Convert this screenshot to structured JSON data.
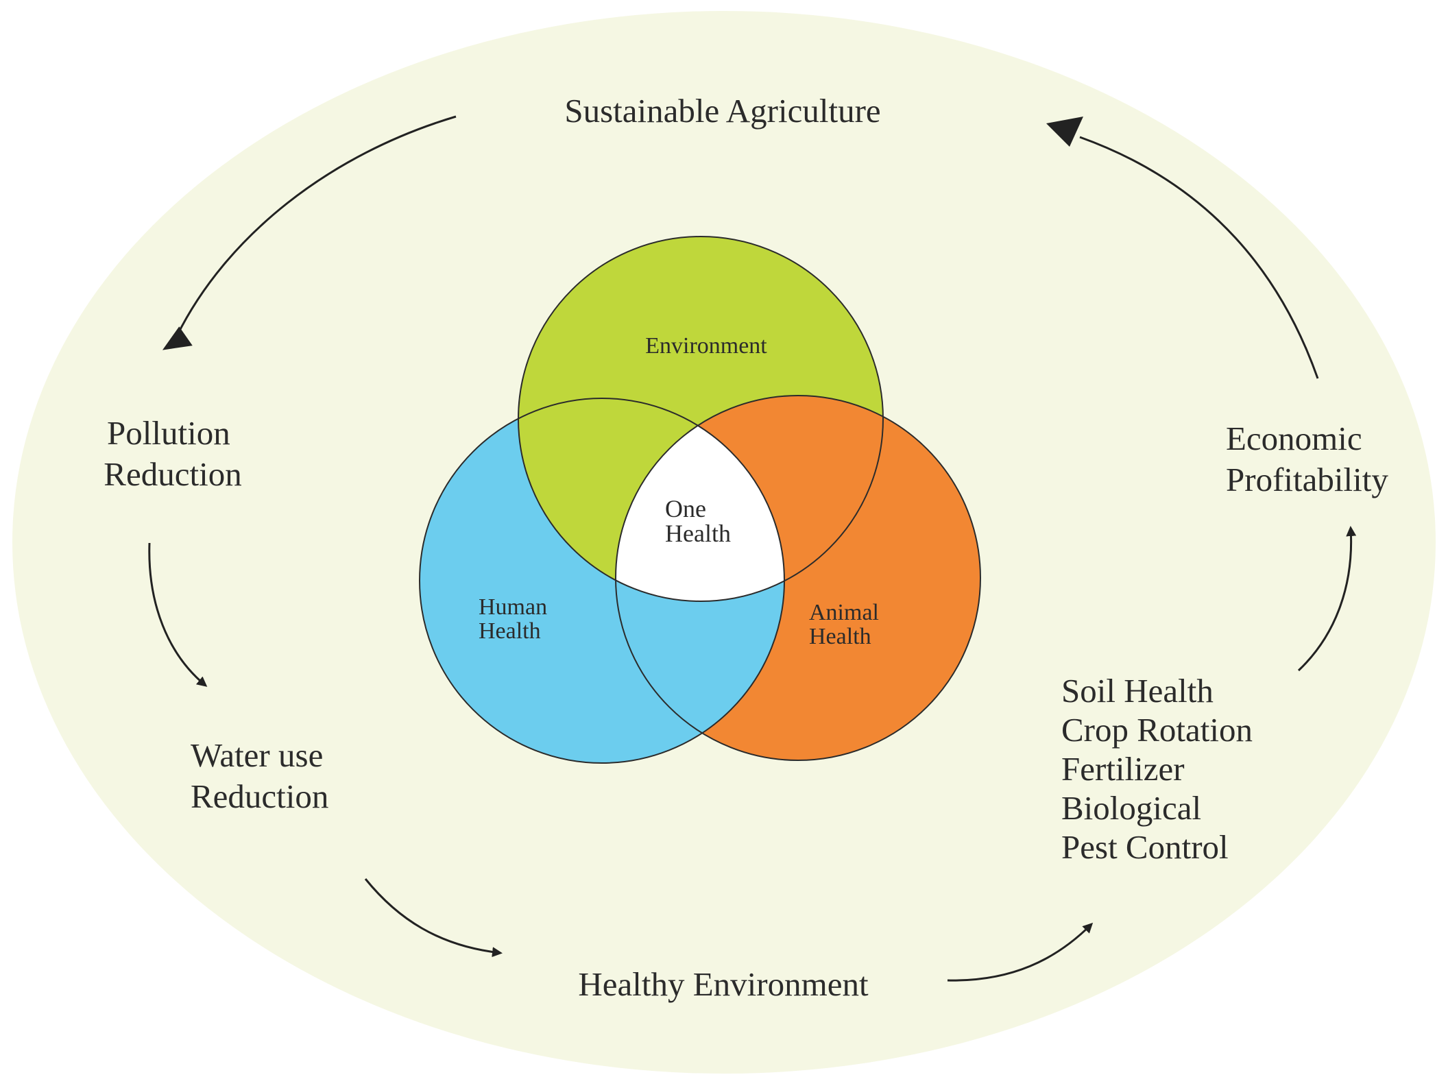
{
  "colors": {
    "background_ellipse": "#f5f7e3",
    "environment": "#bfd73b",
    "human_health": "#6ccdee",
    "animal_health": "#f28733",
    "one_health": "#ffffff",
    "outline": "#2b2b2b",
    "arrow": "#222222",
    "text": "#2b2b2b"
  },
  "cycle": {
    "sustainable_agriculture": "Sustainable Agriculture",
    "pollution_reduction": [
      "Pollution",
      "Reduction"
    ],
    "water_use_reduction": [
      "Water use",
      "Reduction"
    ],
    "healthy_environment": "Healthy Environment",
    "practices": [
      "Soil Health",
      "Crop Rotation",
      "Fertilizer",
      "Biological",
      "Pest Control"
    ],
    "economic_profitability": [
      "Economic",
      "Profitability"
    ]
  },
  "venn": {
    "environment": "Environment",
    "human_health": [
      "Human",
      "Health"
    ],
    "animal_health": [
      "Animal",
      "Health"
    ],
    "one_health": [
      "One",
      "Health"
    ]
  }
}
